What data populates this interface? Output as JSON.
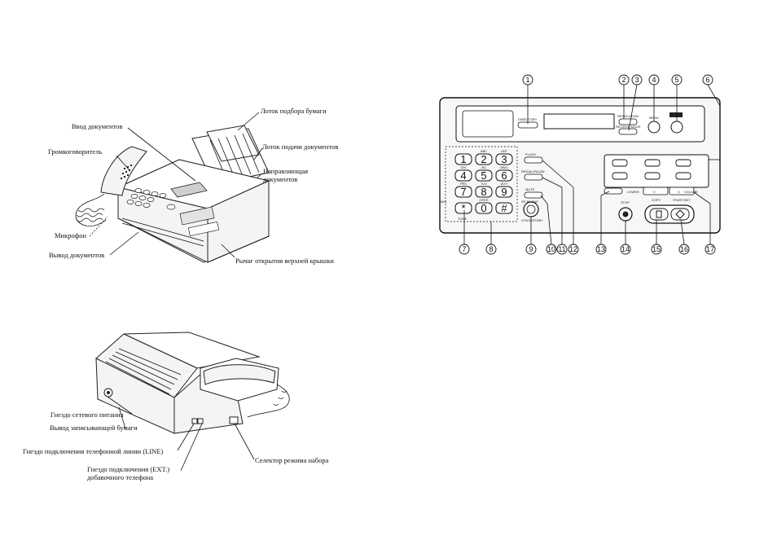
{
  "front_view": {
    "labels": {
      "paper_tray": "Лоток подбора бумаги",
      "doc_input": "Ввод документов",
      "speaker": "Громкоговоритель",
      "doc_feed_tray": "Лоток подачи документов",
      "guide": "Направляющая",
      "guide2": "документов",
      "microphone": "Микрофон",
      "doc_output": "Вывод документов",
      "cover_lever": "Рычаг открытия верхней крышки"
    }
  },
  "rear_view": {
    "labels": {
      "power_jack": "Гнездо сетевого питания",
      "paper_output": "Вывод записывающей бумаги",
      "line_jack": "Гнездо подключения телефонной линии (LINE)",
      "ext_jack": "Гнездо подключения (EXT.)",
      "ext_jack2": "добавочного телефона",
      "dial_selector": "Селектор режима набора"
    }
  },
  "control_panel": {
    "callout_numbers": [
      "1",
      "2",
      "3",
      "4",
      "5",
      "6",
      "7",
      "8",
      "9",
      "10",
      "11",
      "12",
      "13",
      "14",
      "15",
      "16",
      "17"
    ],
    "keypad": {
      "keys": [
        "1",
        "2",
        "3",
        "4",
        "5",
        "6",
        "7",
        "8",
        "9",
        "*",
        "0",
        "#"
      ],
      "letters": [
        "",
        "ABC",
        "DEF",
        "GHI",
        "JKL",
        "MNO",
        "PRS",
        "TUV",
        "WXY",
        "",
        "OPER",
        ""
      ]
    },
    "button_labels": {
      "directory": "DIRECTORY",
      "resolution": "RESOLUTION",
      "receive_mode": "RECEIVE MODE",
      "menu": "MENU",
      "flash": "FLASH",
      "redial_pause": "REDIAL/PAUSE",
      "mute": "MUTE",
      "sp_phone": "SP-PHONE",
      "voice_stdby": "VOICE/STDBY",
      "lower": "LOWER",
      "volume": "VOLUME",
      "stop": "STOP",
      "copy": "COPY",
      "start_set": "START/SET",
      "tone": "TONE",
      "mic": "MIC"
    }
  }
}
